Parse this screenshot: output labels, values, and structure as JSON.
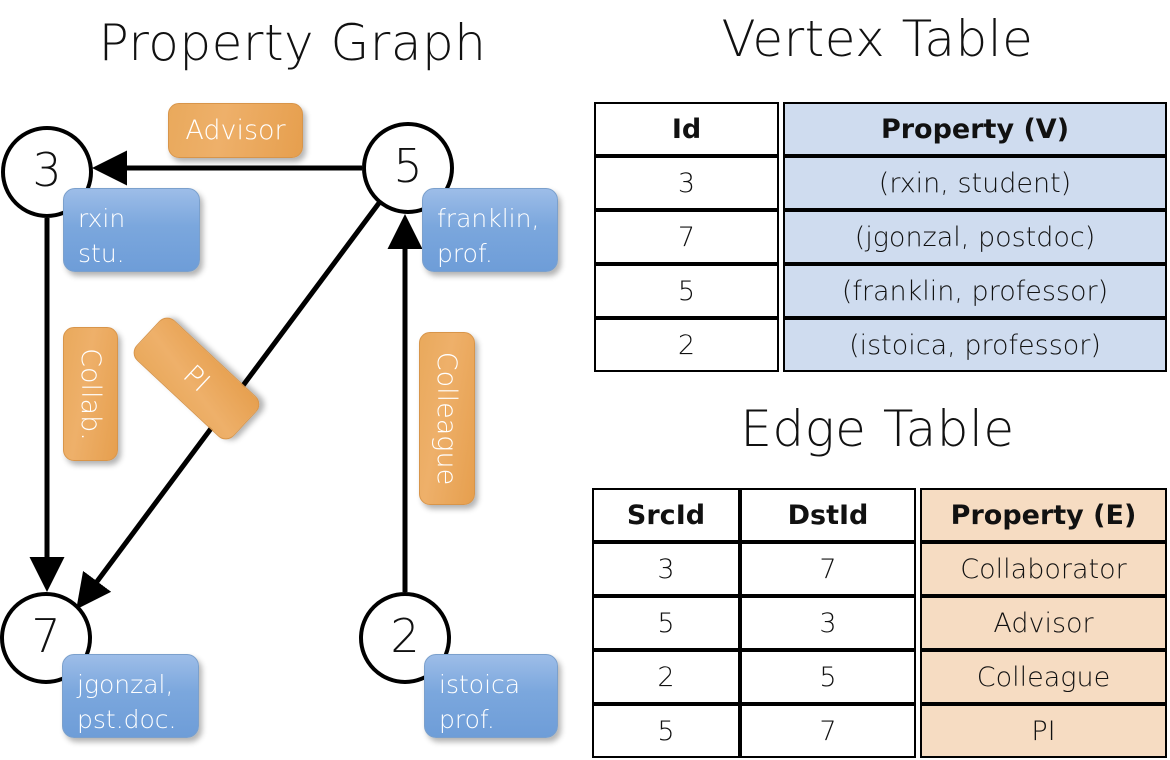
{
  "titles": {
    "graph": "Property Graph",
    "vertex_table": "Vertex Table",
    "edge_table": "Edge Table"
  },
  "graph": {
    "nodes": [
      {
        "id": "3",
        "property": "rxin\nstu."
      },
      {
        "id": "5",
        "property": "franklin,\nprof."
      },
      {
        "id": "7",
        "property": "jgonzal,\npst.doc."
      },
      {
        "id": "2",
        "property": "istoica\nprof."
      }
    ],
    "edge_labels": [
      {
        "name": "advisor",
        "text": "Advisor"
      },
      {
        "name": "collab",
        "text": "Collab."
      },
      {
        "name": "pi",
        "text": "PI"
      },
      {
        "name": "colleague",
        "text": "Colleague"
      }
    ]
  },
  "vertex_table": {
    "headers": [
      "Id",
      "Property (V)"
    ],
    "rows": [
      {
        "id": "3",
        "property": "(rxin, student)"
      },
      {
        "id": "7",
        "property": "(jgonzal, postdoc)"
      },
      {
        "id": "5",
        "property": "(franklin, professor)"
      },
      {
        "id": "2",
        "property": "(istoica, professor)"
      }
    ]
  },
  "edge_table": {
    "headers": [
      "SrcId",
      "DstId",
      "Property (E)"
    ],
    "rows": [
      {
        "src": "3",
        "dst": "7",
        "property": "Collaborator"
      },
      {
        "src": "5",
        "dst": "3",
        "property": "Advisor"
      },
      {
        "src": "2",
        "dst": "5",
        "property": "Colleague"
      },
      {
        "src": "5",
        "dst": "7",
        "property": "PI"
      }
    ]
  },
  "colors": {
    "vertex_fill": "#cfdcef",
    "edge_fill": "#f6dcc2",
    "vertex_callout": "#7ba7dd",
    "edge_callout": "#e9a95c",
    "stroke": "#000000",
    "background": "#ffffff"
  }
}
